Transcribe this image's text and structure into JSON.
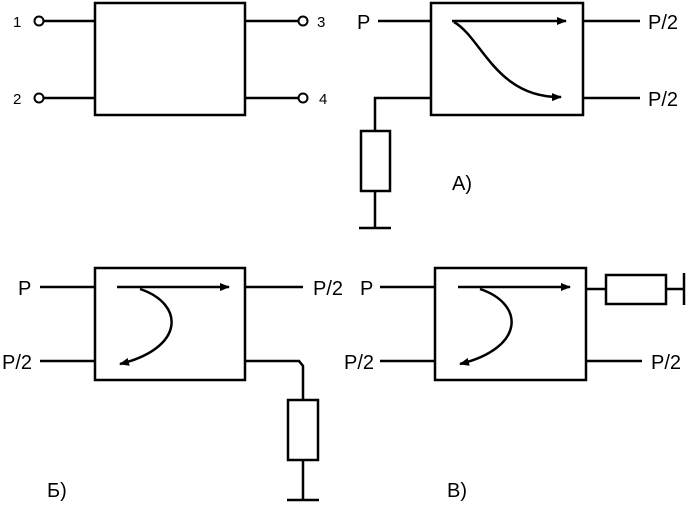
{
  "port_diagram": {
    "ports": [
      "1",
      "2",
      "3",
      "4"
    ]
  },
  "variant_a": {
    "caption": "А)",
    "input": "P",
    "output_top": "P/2",
    "output_bottom": "P/2"
  },
  "variant_b": {
    "caption": "Б)",
    "input": "P",
    "output_left": "P/2",
    "output_right": "P/2"
  },
  "variant_v": {
    "caption": "В)",
    "input": "P",
    "output_left": "P/2",
    "output_right": "P/2"
  }
}
